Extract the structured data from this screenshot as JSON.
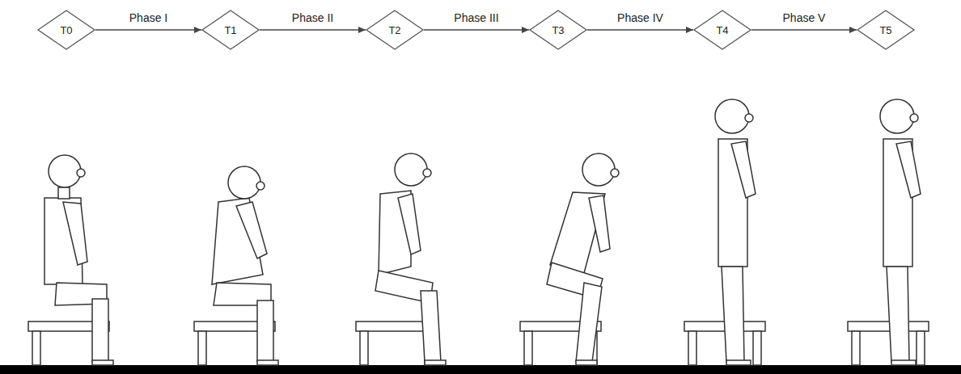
{
  "diagram": {
    "nodes": [
      {
        "text": [
          "T0"
        ]
      },
      {
        "text": [
          "T1"
        ]
      },
      {
        "text": [
          "T2"
        ]
      },
      {
        "text": [
          "T3"
        ]
      },
      {
        "text": [
          "T4"
        ]
      },
      {
        "text": [
          "T5"
        ]
      }
    ],
    "edges": [
      {
        "from": 0,
        "to": 1,
        "label": "Phase I",
        "arrow": "to"
      },
      {
        "from": 1,
        "to": 2,
        "label": "Phase II",
        "arrow": "to"
      },
      {
        "from": 2,
        "to": 3,
        "label": "Phase III",
        "arrow": "to"
      },
      {
        "from": 3,
        "to": 4,
        "label": "Phase IV",
        "arrow": "to"
      },
      {
        "from": 4,
        "to": 5,
        "label": "Phase V",
        "arrow": "to"
      }
    ]
  }
}
